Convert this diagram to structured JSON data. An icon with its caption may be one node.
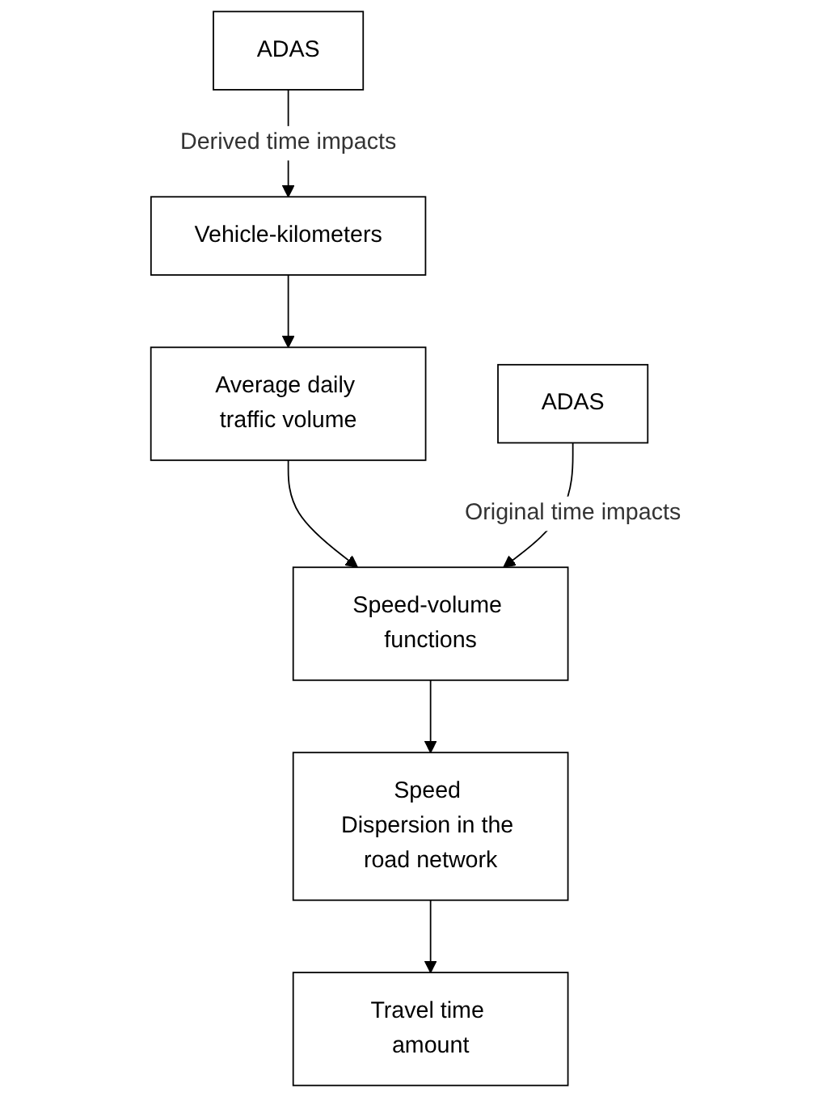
{
  "diagram": {
    "nodes": [
      {
        "text": [
          "ADAS"
        ]
      },
      {
        "text": [
          "Vehicle-kilometers"
        ]
      },
      {
        "text": [
          "Average daily traffic volume"
        ]
      },
      {
        "text": [
          "ADAS"
        ]
      },
      {
        "text": [
          "Speed-volume functions"
        ]
      },
      {
        "text": [
          "Speed Dispersion in the road network"
        ]
      },
      {
        "text": [
          "Travel time amount"
        ]
      }
    ],
    "edges": [
      {
        "from": 0,
        "to": 1,
        "arrow": "to",
        "label": "Derived time impacts"
      },
      {
        "from": 1,
        "to": 2,
        "arrow": "to"
      },
      {
        "from": 2,
        "to": 4,
        "arrow": "to"
      },
      {
        "from": 3,
        "to": 4,
        "arrow": "to",
        "label": "Original time impacts"
      },
      {
        "from": 4,
        "to": 5,
        "arrow": "to"
      },
      {
        "from": 5,
        "to": 6,
        "arrow": "to"
      }
    ]
  }
}
